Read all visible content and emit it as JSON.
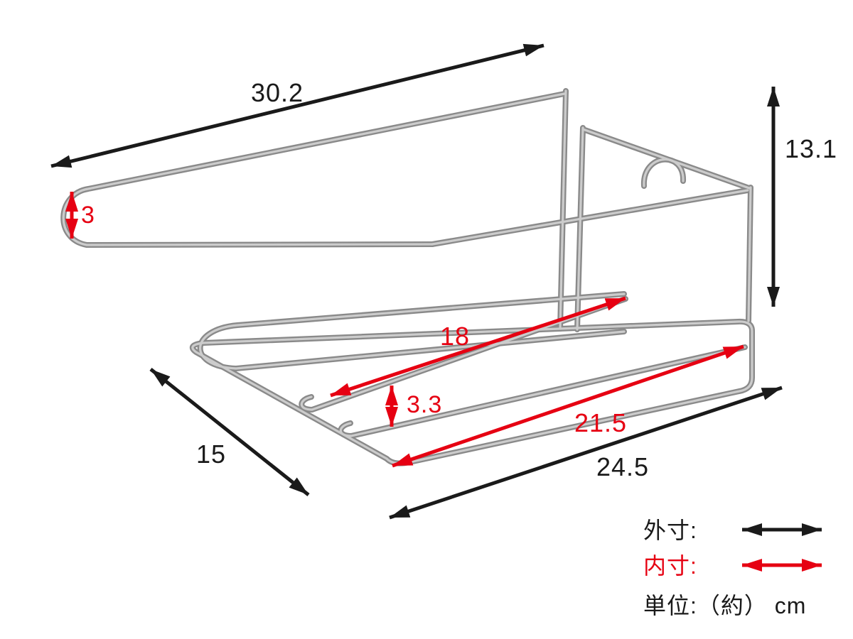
{
  "colors": {
    "outer": "#1a1a1a",
    "inner": "#e60012",
    "wire_dark": "#8a8a8a",
    "wire_light": "#cccccc",
    "background": "#ffffff"
  },
  "dims": {
    "top_width": "30.2",
    "side_height": "13.1",
    "hook_height": "3",
    "inner_top_length": "18",
    "inner_gap": "3.3",
    "inner_bottom_length": "21.5",
    "base_depth": "15",
    "base_width": "24.5"
  },
  "legend": {
    "outer_label": "外寸:",
    "inner_label": "内寸:",
    "unit_label": "単位:（約） cm"
  }
}
